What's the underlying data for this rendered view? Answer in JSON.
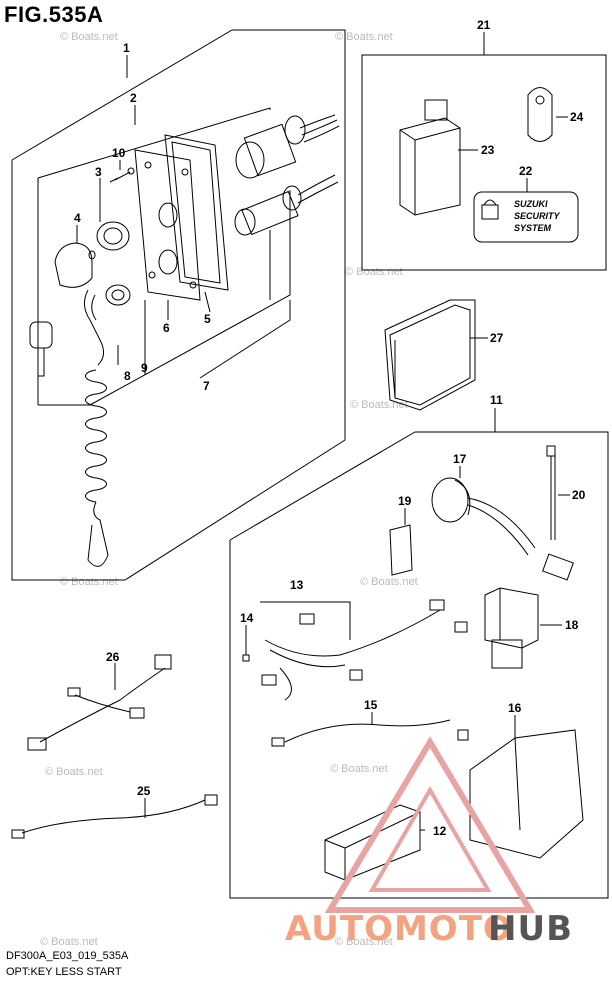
{
  "figure": {
    "title": "FIG.535A",
    "code": "DF300A_E03_019_535A",
    "caption": "OPT:KEY LESS START"
  },
  "watermark": "© Boats.net",
  "security_label": {
    "line1": "SUZUKI",
    "line2": "SECURITY",
    "line3": "SYSTEM"
  },
  "brand": {
    "part1": "AUTOMOTO",
    "part2": "HUB",
    "color1": "#f2a37f",
    "color2": "#555555"
  },
  "callouts": [
    "1",
    "2",
    "3",
    "4",
    "5",
    "6",
    "7",
    "8",
    "9",
    "10",
    "11",
    "12",
    "13",
    "14",
    "15",
    "16",
    "17",
    "18",
    "19",
    "20",
    "21",
    "22",
    "23",
    "24",
    "25",
    "26",
    "27"
  ]
}
